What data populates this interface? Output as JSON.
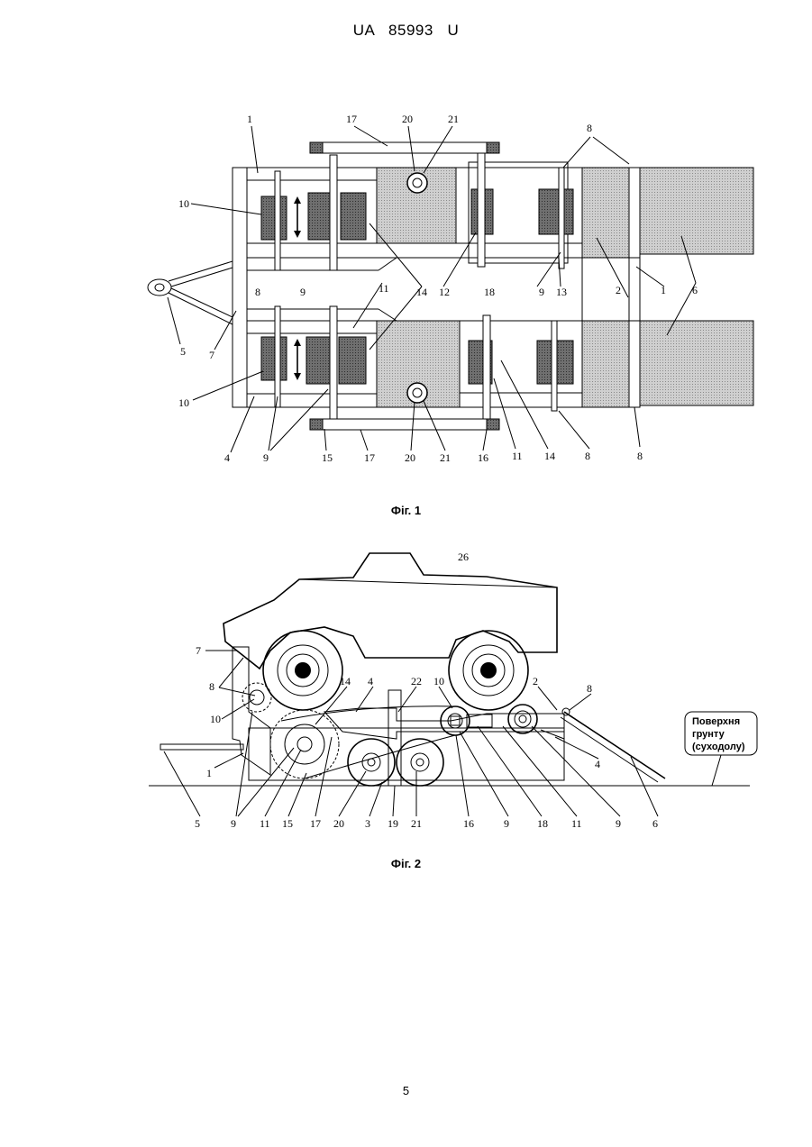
{
  "header": {
    "text": "UA   85993   U"
  },
  "fig1": {
    "caption": "Фіг. 1",
    "labels": [
      "1",
      "17",
      "20",
      "21",
      "8",
      "10",
      "5",
      "7",
      "8",
      "9",
      "11",
      "14",
      "12",
      "18",
      "9",
      "13",
      "2",
      "1",
      "6",
      "10",
      "4",
      "9",
      "15",
      "17",
      "20",
      "21",
      "16",
      "11",
      "14",
      "8",
      "8"
    ]
  },
  "fig2": {
    "caption": "Фіг. 2",
    "labels": [
      "26",
      "7",
      "8",
      "10",
      "14",
      "4",
      "22",
      "10",
      "2",
      "8",
      "4",
      "1",
      "5",
      "9",
      "11",
      "15",
      "17",
      "20",
      "3",
      "19",
      "21",
      "16",
      "9",
      "18",
      "11",
      "9",
      "6"
    ],
    "ground_note": [
      "Поверхня",
      "грунту",
      "(суходолу)"
    ]
  },
  "page_number": "5"
}
